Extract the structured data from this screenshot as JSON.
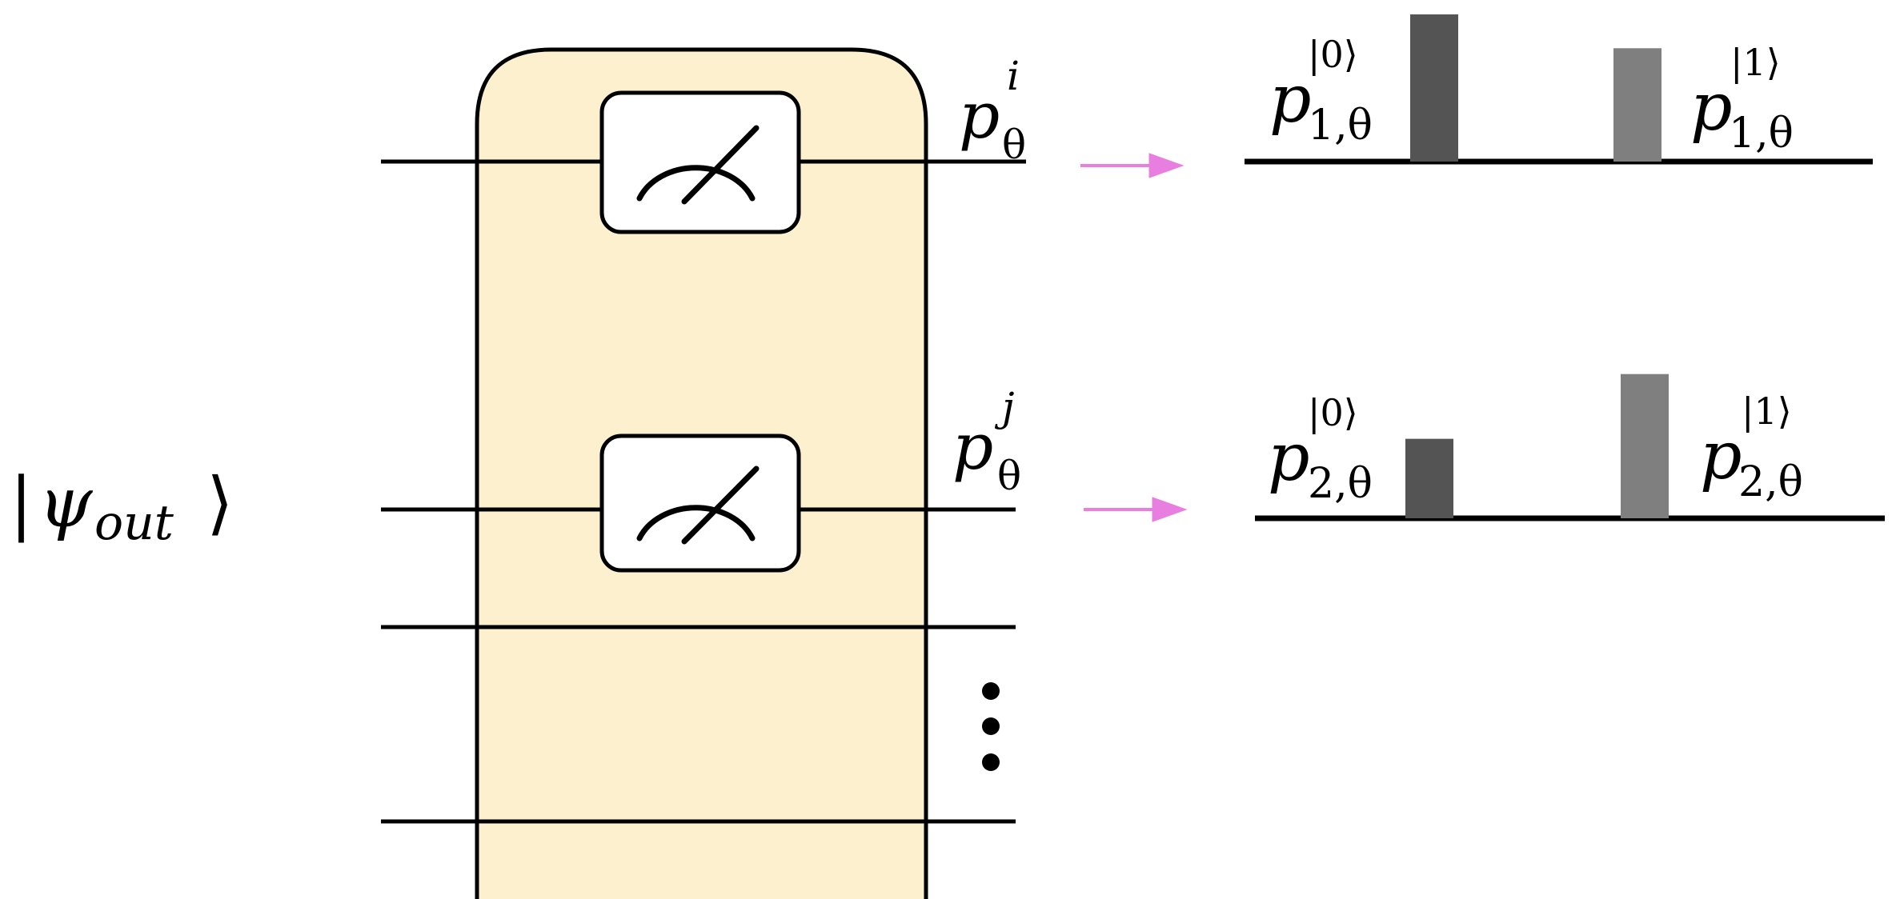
{
  "state_label": {
    "bar": "|",
    "psi": "ψ",
    "sub": "out",
    "ket": "⟩"
  },
  "wire_labels": [
    {
      "p": "p",
      "sup": "i",
      "sub": "θ"
    },
    {
      "p": "p",
      "sup": "j",
      "sub": "θ"
    }
  ],
  "histograms": [
    {
      "left_label": {
        "p": "p",
        "sup": "|0⟩",
        "sub": "1,θ"
      },
      "right_label": {
        "p": "p",
        "sup": "|1⟩",
        "sub": "1,θ"
      },
      "values": [
        1.0,
        0.77
      ]
    },
    {
      "left_label": {
        "p": "p",
        "sup": "|0⟩",
        "sub": "2,θ"
      },
      "right_label": {
        "p": "p",
        "sup": "|1⟩",
        "sub": "2,θ"
      },
      "values": [
        0.54,
        0.98
      ]
    }
  ],
  "colors": {
    "panel_fill": "#fdf0cf",
    "arrow": "#e87ee0",
    "bar_dark": "#545454",
    "bar_light": "#7f7f7f"
  },
  "icons": [
    "meter-icon",
    "meter-icon",
    "vertical-ellipsis-icon"
  ]
}
